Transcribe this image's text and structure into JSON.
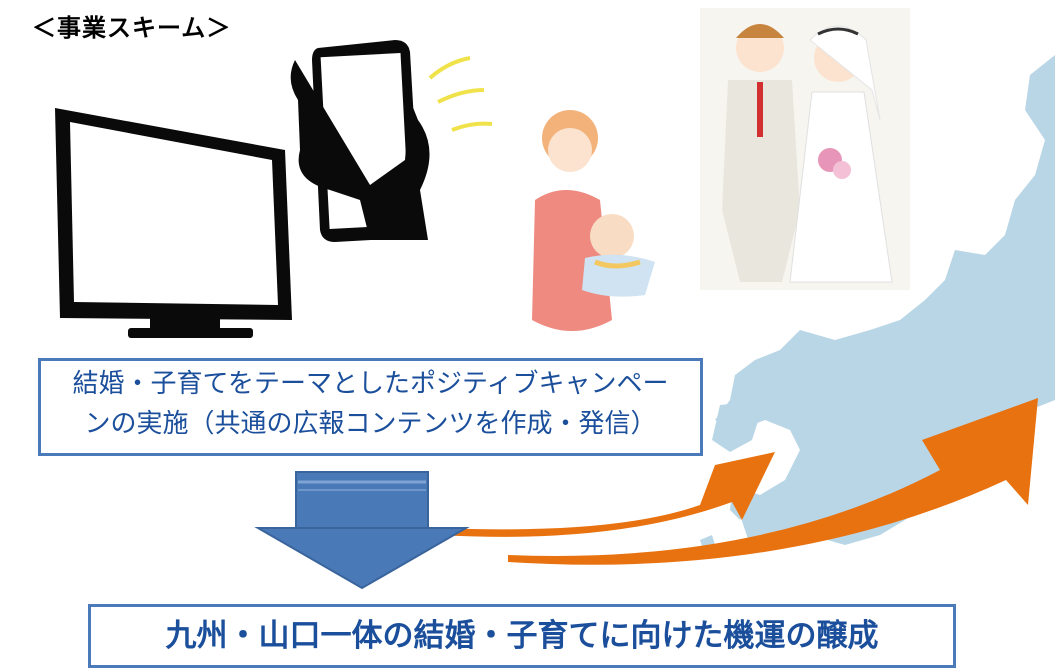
{
  "title": "＜事業スキーム＞",
  "campaign_box": {
    "line1": "結婚・子育てをテーマとしたポジティブキャンペー",
    "line2": "ンの実施（共通の広報コンテンツを作成・発信）"
  },
  "result_box": {
    "text": "九州・山口一体の結婚・子育てに向けた機運の醸成"
  },
  "icons": [
    "tv-icon",
    "smartphone-icon",
    "mother-baby-icon",
    "wedding-couple-icon",
    "japan-map-icon"
  ],
  "colors": {
    "box_border": "#4a7ab9",
    "box_text": "#1b4f9c",
    "down_arrow": "#4a79b7",
    "curve_arrow": "#e8720f",
    "map": "#b9d6e6"
  }
}
